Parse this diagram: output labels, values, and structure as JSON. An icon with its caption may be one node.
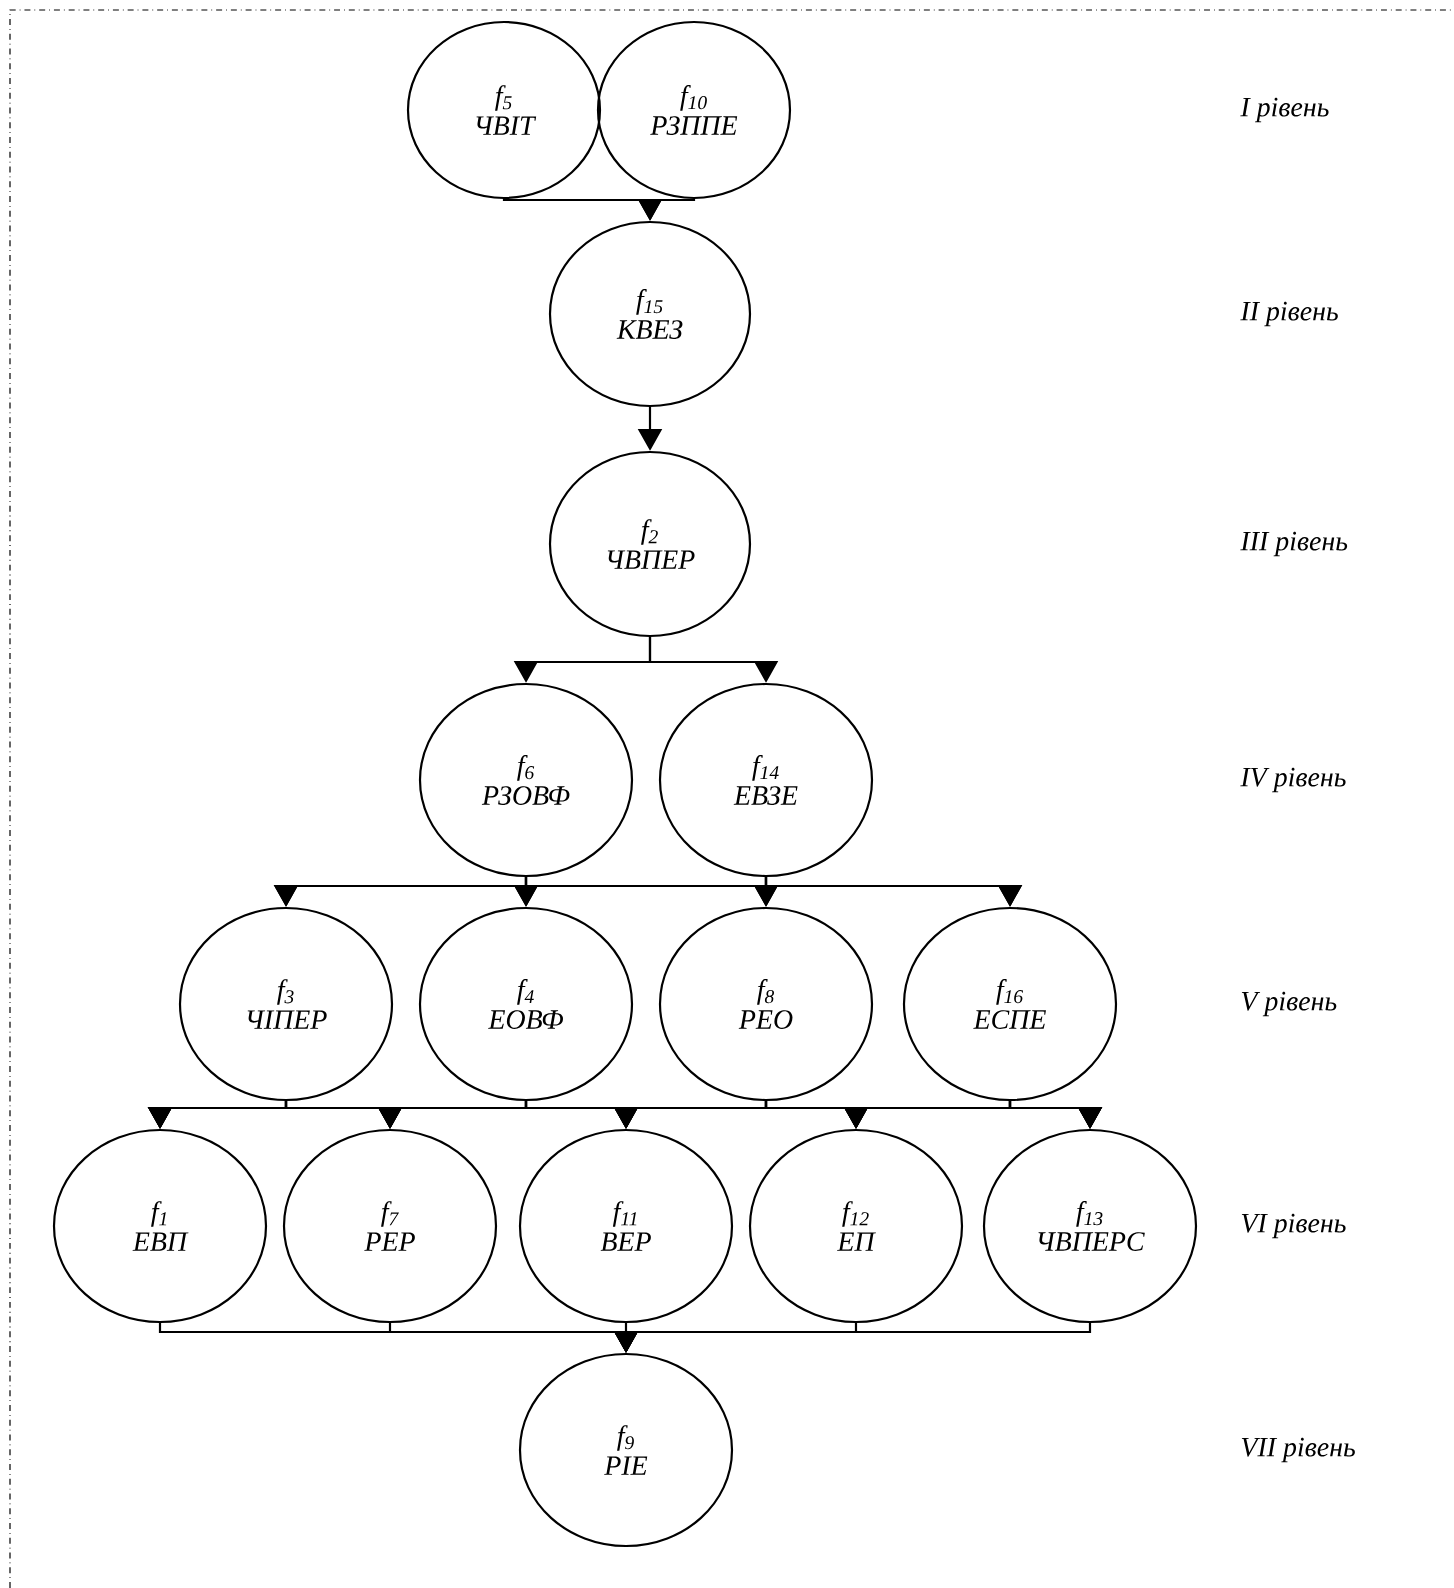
{
  "diagram": {
    "nodes": [
      {
        "text": [
          "f$_{5}$",
          "ЧВІТ"
        ]
      },
      {
        "text": [
          "f$_{10}$",
          "РЗППЕ"
        ]
      },
      {
        "text": [
          "f$_{15}$",
          "КВЕЗ"
        ]
      },
      {
        "text": [
          "f$_{2}$",
          "ЧВПЕР"
        ]
      },
      {
        "text": [
          "f$_{6}$",
          "РЗОВФ"
        ]
      },
      {
        "text": [
          "f$_{14}$",
          "ЕВЗЕ"
        ]
      },
      {
        "text": [
          "f$_{3}$",
          "ЧІПЕР"
        ]
      },
      {
        "text": [
          "f$_{4}$",
          "ЕОВФ"
        ]
      },
      {
        "text": [
          "f$_{8}$",
          "РЕО"
        ]
      },
      {
        "text": [
          "f$_{16}$",
          "ЕСПЕ"
        ]
      },
      {
        "text": [
          "f$_{1}$",
          "ЕВП"
        ]
      },
      {
        "text": [
          "f$_{7}$",
          "РЕР"
        ]
      },
      {
        "text": [
          "f$_{11}$",
          "ВЕР"
        ]
      },
      {
        "text": [
          "f$_{12}$",
          "ЕП"
        ]
      },
      {
        "text": [
          "f$_{13}$",
          "ЧВПЕРС"
        ]
      },
      {
        "text": [
          "f$_{9}$",
          "РІЕ"
        ]
      }
    ],
    "edges": [
      {
        "from": 0,
        "to": 2,
        "arrow": "to"
      },
      {
        "from": 1,
        "to": 2,
        "arrow": "to"
      },
      {
        "from": 2,
        "to": 3,
        "arrow": "to"
      },
      {
        "from": 3,
        "to": 4,
        "arrow": "to"
      },
      {
        "from": 3,
        "to": 5,
        "arrow": "to"
      },
      {
        "from": 4,
        "to": 6,
        "arrow": "to"
      },
      {
        "from": 4,
        "to": 7,
        "arrow": "to"
      },
      {
        "from": 4,
        "to": 8,
        "arrow": "to"
      },
      {
        "from": 4,
        "to": 9,
        "arrow": "to"
      },
      {
        "from": 5,
        "to": 6,
        "arrow": "to"
      },
      {
        "from": 5,
        "to": 7,
        "arrow": "to"
      },
      {
        "from": 5,
        "to": 8,
        "arrow": "to"
      },
      {
        "from": 5,
        "to": 9,
        "arrow": "to"
      },
      {
        "from": 6,
        "to": 10,
        "arrow": "to"
      },
      {
        "from": 6,
        "to": 11,
        "arrow": "to"
      },
      {
        "from": 6,
        "to": 12,
        "arrow": "to"
      },
      {
        "from": 6,
        "to": 13,
        "arrow": "to"
      },
      {
        "from": 6,
        "to": 14,
        "arrow": "to"
      },
      {
        "from": 7,
        "to": 10,
        "arrow": "to"
      },
      {
        "from": 7,
        "to": 11,
        "arrow": "to"
      },
      {
        "from": 7,
        "to": 12,
        "arrow": "to"
      },
      {
        "from": 7,
        "to": 13,
        "arrow": "to"
      },
      {
        "from": 7,
        "to": 14,
        "arrow": "to"
      },
      {
        "from": 8,
        "to": 10,
        "arrow": "to"
      },
      {
        "from": 8,
        "to": 11,
        "arrow": "to"
      },
      {
        "from": 8,
        "to": 12,
        "arrow": "to"
      },
      {
        "from": 8,
        "to": 13,
        "arrow": "to"
      },
      {
        "from": 8,
        "to": 14,
        "arrow": "to"
      },
      {
        "from": 9,
        "to": 10,
        "arrow": "to"
      },
      {
        "from": 9,
        "to": 11,
        "arrow": "to"
      },
      {
        "from": 9,
        "to": 12,
        "arrow": "to"
      },
      {
        "from": 9,
        "to": 13,
        "arrow": "to"
      },
      {
        "from": 9,
        "to": 14,
        "arrow": "to"
      },
      {
        "from": 10,
        "to": 15,
        "arrow": "to"
      },
      {
        "from": 11,
        "to": 15,
        "arrow": "to"
      },
      {
        "from": 12,
        "to": 15,
        "arrow": "to"
      },
      {
        "from": 13,
        "to": 15,
        "arrow": "to"
      },
      {
        "from": 14,
        "to": 15,
        "arrow": "to"
      }
    ],
    "labels": [
      "I рівень",
      "II рівень",
      "III рівень",
      "IV рівень",
      "V рівень",
      "VI рівень",
      "VII рівень"
    ]
  }
}
